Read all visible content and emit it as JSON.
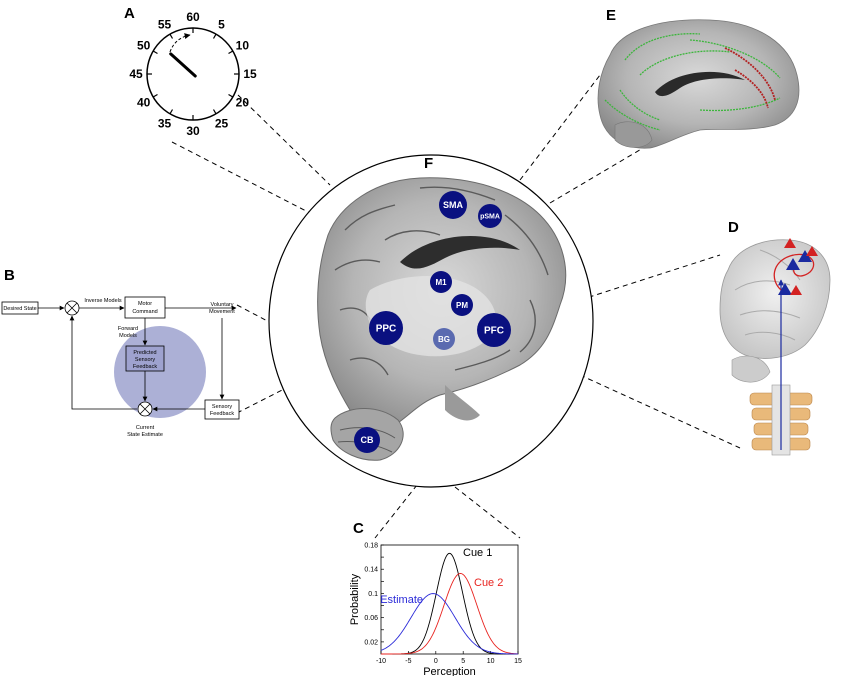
{
  "panels": {
    "a": "A",
    "b": "B",
    "c": "C",
    "d": "D",
    "e": "E",
    "f": "F"
  },
  "clock": {
    "numbers": [
      "60",
      "5",
      "10",
      "15",
      "20",
      "25",
      "30",
      "35",
      "40",
      "45",
      "50",
      "55"
    ],
    "hand_minute": 52
  },
  "brain_regions": [
    {
      "id": "sma",
      "label": "SMA"
    },
    {
      "id": "psma",
      "label": "pSMA"
    },
    {
      "id": "m1",
      "label": "M1"
    },
    {
      "id": "pm",
      "label": "PM"
    },
    {
      "id": "ppc",
      "label": "PPC"
    },
    {
      "id": "bg",
      "label": "BG"
    },
    {
      "id": "pfc",
      "label": "PFC"
    },
    {
      "id": "cb",
      "label": "CB"
    }
  ],
  "block_diagram": {
    "desired_state": "Desired State",
    "inverse_models": "Inverse Models",
    "motor_command": [
      "Motor",
      "Command"
    ],
    "voluntary_movement": [
      "Voluntary",
      "Movement"
    ],
    "forward_models": [
      "Forward",
      "Models"
    ],
    "predicted_feedback": [
      "Predicted",
      "Sensory",
      "Feedback"
    ],
    "sensory_feedback": [
      "Sensory",
      "Feedback"
    ],
    "current_state": [
      "Current",
      "State Estimate"
    ]
  },
  "colors": {
    "region_dark": "#0a1080",
    "region_bg": "#5a6ab0",
    "feedback_circle": "#9ea2cf",
    "cue1": "#000000",
    "cue2": "#e8231f",
    "estimate": "#2a2ad8"
  },
  "chart_data": {
    "type": "line",
    "xlabel": "Perception",
    "ylabel": "Probability",
    "xlim": [
      -10,
      15
    ],
    "ylim": [
      0,
      0.18
    ],
    "xticks": [
      -10,
      -5,
      0,
      5,
      10,
      15
    ],
    "yticks": [
      0.02,
      0.04,
      0.06,
      0.08,
      0.1,
      0.12,
      0.14,
      0.16,
      0.18
    ],
    "series": [
      {
        "name": "Cue 1",
        "mean": 2.5,
        "sd": 2.4,
        "color": "#000000"
      },
      {
        "name": "Cue 2",
        "mean": 4.5,
        "sd": 3.0,
        "color": "#e8231f"
      },
      {
        "name": "Estimate",
        "mean": -0.5,
        "sd": 4.0,
        "color": "#2a2ad8"
      }
    ]
  }
}
